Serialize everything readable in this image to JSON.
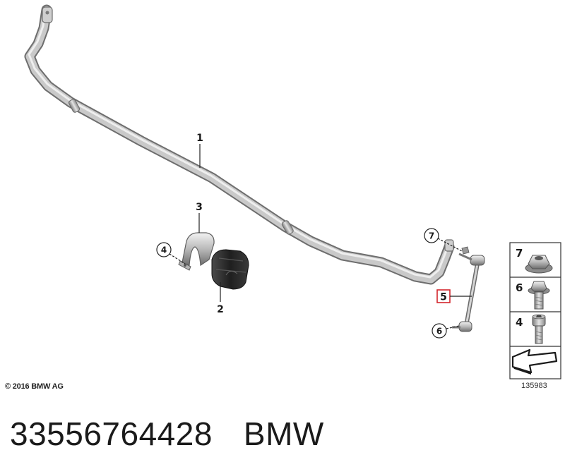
{
  "callouts": {
    "c1": "1",
    "c2": "2",
    "c3": "3",
    "c4": "4",
    "c5": "5",
    "c6": "6",
    "c7": "7"
  },
  "side_panel": {
    "items": [
      {
        "number": "7",
        "icon": "hex-flange-nut-icon"
      },
      {
        "number": "6",
        "icon": "hex-flange-bolt-icon"
      },
      {
        "number": "4",
        "icon": "socket-head-bolt-icon"
      }
    ],
    "footer_icon": "arrow-back-icon"
  },
  "diagram_id": "135983",
  "copyright": "© 2016 BMW AG",
  "caption": {
    "part_number": "33556764428",
    "brand": "BMW"
  },
  "colors": {
    "highlight": "#d4262c",
    "metal_light": "#d8d8d8",
    "metal_dark": "#6f6f6f",
    "rubber": "#2b2b2b"
  }
}
